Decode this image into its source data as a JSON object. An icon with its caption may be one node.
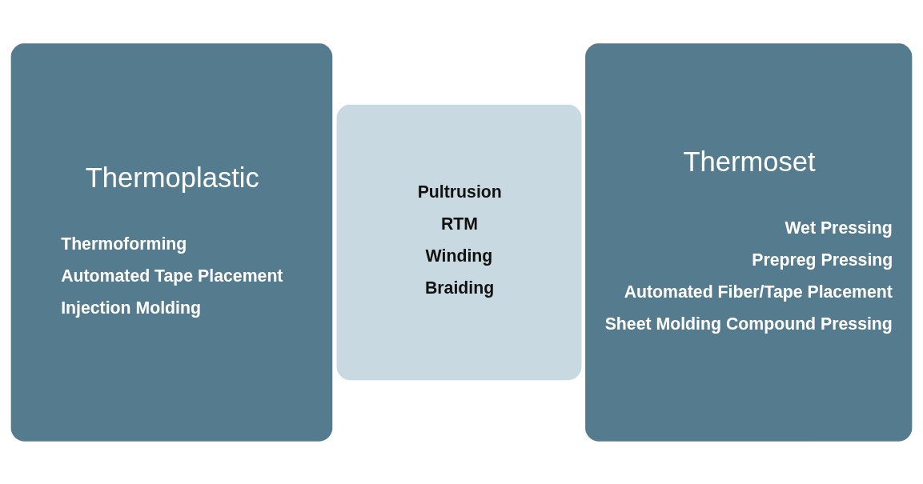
{
  "diagram": {
    "nodes": [
      {
        "text": [
          "Thermoplastic",
          "Thermoforming",
          "Automated Tape Placement",
          "Injection Molding"
        ]
      },
      {
        "text": [
          "Pultrusion",
          "RTM",
          "Winding",
          "Braiding"
        ]
      },
      {
        "text": [
          "Thermoset",
          "Wet Pressing",
          "Prepreg Pressing",
          "Automated Fiber/Tape Placement",
          "Sheet Molding Compound Pressing"
        ]
      }
    ]
  }
}
